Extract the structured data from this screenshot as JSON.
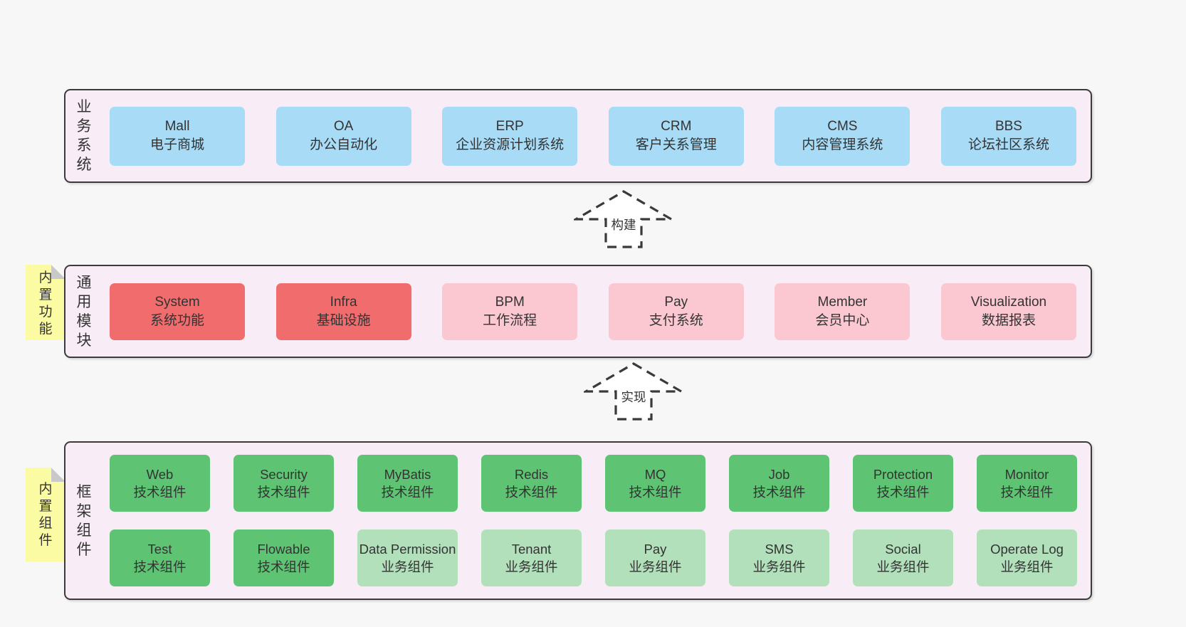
{
  "palette": {
    "blue": "#a8dbf5",
    "red": "#f16c6d",
    "pink": "#fbc8d1",
    "green": "#5ec473",
    "lightgreen": "#b1e0bb",
    "band_bg": "#f8edf6",
    "note_bg": "#fbfba3",
    "note_fold": "#c9c9c9",
    "line": "#3b3b3b",
    "page_bg": "#f7f7f7"
  },
  "arrows": [
    {
      "label": "构建"
    },
    {
      "label": "实现"
    }
  ],
  "bands": [
    {
      "label": "业务系统",
      "boxes": [
        {
          "title": "Mall",
          "subtitle": "电子商城",
          "variant": "blue"
        },
        {
          "title": "OA",
          "subtitle": "办公自动化",
          "variant": "blue"
        },
        {
          "title": "ERP",
          "subtitle": "企业资源计划系统",
          "variant": "blue"
        },
        {
          "title": "CRM",
          "subtitle": "客户关系管理",
          "variant": "blue"
        },
        {
          "title": "CMS",
          "subtitle": "内容管理系统",
          "variant": "blue"
        },
        {
          "title": "BBS",
          "subtitle": "论坛社区系统",
          "variant": "blue"
        }
      ]
    },
    {
      "label": "通用模块",
      "note": "内置功能",
      "boxes": [
        {
          "title": "System",
          "subtitle": "系统功能",
          "variant": "red"
        },
        {
          "title": "Infra",
          "subtitle": "基础设施",
          "variant": "red"
        },
        {
          "title": "BPM",
          "subtitle": "工作流程",
          "variant": "pink"
        },
        {
          "title": "Pay",
          "subtitle": "支付系统",
          "variant": "pink"
        },
        {
          "title": "Member",
          "subtitle": "会员中心",
          "variant": "pink"
        },
        {
          "title": "Visualization",
          "subtitle": "数据报表",
          "variant": "pink"
        }
      ]
    },
    {
      "label": "框架组件",
      "note": "内置组件",
      "rows": [
        [
          {
            "title": "Web",
            "subtitle": "技术组件",
            "variant": "green"
          },
          {
            "title": "Security",
            "subtitle": "技术组件",
            "variant": "green"
          },
          {
            "title": "MyBatis",
            "subtitle": "技术组件",
            "variant": "green"
          },
          {
            "title": "Redis",
            "subtitle": "技术组件",
            "variant": "green"
          },
          {
            "title": "MQ",
            "subtitle": "技术组件",
            "variant": "green"
          },
          {
            "title": "Job",
            "subtitle": "技术组件",
            "variant": "green"
          },
          {
            "title": "Protection",
            "subtitle": "技术组件",
            "variant": "green"
          },
          {
            "title": "Monitor",
            "subtitle": "技术组件",
            "variant": "green"
          }
        ],
        [
          {
            "title": "Test",
            "subtitle": "技术组件",
            "variant": "green"
          },
          {
            "title": "Flowable",
            "subtitle": "技术组件",
            "variant": "green"
          },
          {
            "title": "Data Permission",
            "subtitle": "业务组件",
            "variant": "lightgreen"
          },
          {
            "title": "Tenant",
            "subtitle": "业务组件",
            "variant": "lightgreen"
          },
          {
            "title": "Pay",
            "subtitle": "业务组件",
            "variant": "lightgreen"
          },
          {
            "title": "SMS",
            "subtitle": "业务组件",
            "variant": "lightgreen"
          },
          {
            "title": "Social",
            "subtitle": "业务组件",
            "variant": "lightgreen"
          },
          {
            "title": "Operate Log",
            "subtitle": "业务组件",
            "variant": "lightgreen"
          }
        ]
      ]
    }
  ]
}
